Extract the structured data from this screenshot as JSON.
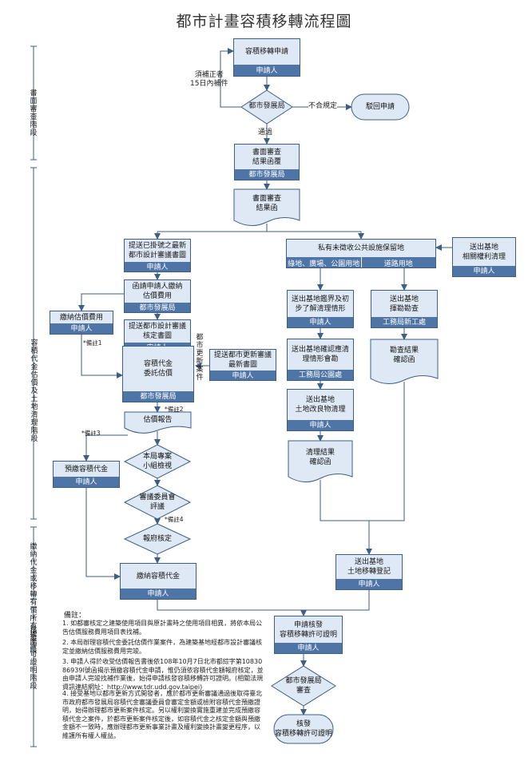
{
  "title": "都市計畫容積移轉流程圖",
  "phases": {
    "p1": "書面審查階段",
    "p2": "容積代金估價及土地清理階段",
    "p3": "繳納代金或移轉有償所有權階段",
    "p4": "核發許可證明階段"
  },
  "nodes": {
    "apply": {
      "top": "容積移轉申請",
      "bottom": "申請人"
    },
    "bureau_decision": "都市發展局",
    "reject": "駁回申請",
    "review": {
      "top": "書面審查\n結果函覆",
      "bottom": "都市發展局"
    },
    "review_doc": "書面審查\n結果函",
    "submit_design": {
      "top": "提送已掛號之最新\n都市設計審議書圖",
      "bottom": "申請人"
    },
    "public_land": {
      "top": "私有未徵收公共設施保留地",
      "left": "綠地、廣場、公園用地",
      "right": "道路用地"
    },
    "rights_clear": {
      "top": "送出基地\n相關權利清理",
      "bottom": "申請人"
    },
    "letter_fee": {
      "top": "函請申請人繳納\n估價費用",
      "bottom": "都市發展局"
    },
    "pay_fee": {
      "top": "繳納估價費用",
      "bottom": "申請人"
    },
    "design_approval": {
      "top": "提送都市設計審議\n核定書圖",
      "bottom": "申請人"
    },
    "renewal_design": {
      "top": "提送都市更新審議\n最新書圖",
      "bottom": "申請人"
    },
    "commission": {
      "top": "容積代金\n委託估價",
      "bottom": "都市發展局"
    },
    "appraisal_doc": "估價報告",
    "panel": "本局專案\n小組檢視",
    "prepay": {
      "top": "預繳容積代金",
      "bottom": "申請人"
    },
    "committee": "審議委員會\n評議",
    "gov_approve": "報府核定",
    "pay_bonus": {
      "top": "繳納容積代金",
      "bottom": "申請人"
    },
    "boundary": {
      "top": "送出基地鑑界及初\n步了解清理情形",
      "bottom": "申請人"
    },
    "road_survey": {
      "top": "送出基地\n揮勘勘查",
      "bottom": "工務局新工處"
    },
    "confirm_clear": {
      "top": "送出基地確認應清\n理情形會勘",
      "bottom": "工務局公園處"
    },
    "improve_clear": {
      "top": "送出基地\n土地改良物清理",
      "bottom": "申請人"
    },
    "clear_result": "清理結果\n確認函",
    "survey_result": "勘查結果\n確認函",
    "donate": {
      "top": "送出基地\n土地移轉登記",
      "bottom": "申請人"
    },
    "apply_permit": {
      "top": "申請核發\n容積移轉許可證明",
      "bottom": "申請人"
    },
    "bureau_review": "都市發展局\n審查",
    "issue": "核發\n容積移轉許可證明"
  },
  "labels": {
    "supplement": "須補正者\n15日內補件",
    "noncompliant": "不合規定",
    "pass": "通過",
    "renewal_case": "都市更新案件",
    "n1": "*備註1",
    "n2": "*備註2",
    "n3": "*備註3",
    "n4": "*備註4"
  },
  "notes": {
    "title": "備註：",
    "items": [
      "1. 如都審核定之建築使用項目與原計畫時之使用項目相異，將依本局公告估價服務費用項目表找補。",
      "2. 本局辦理容積代金委託估價作業案件，為建築基地經都市設計審議核定並繳納估價服務費用完竣。",
      "3. 申請人得於收受估價報告書後依108年10月7日北市都綜字第1083086939l號函揭示預繳容積代金申請，惟仍須依容積代金額報府核定，並由申請人完竣找補作業後，始得申請核發容積移轉許可證明。(相關法規資訊連結網址：http://www.tdr.udd.gov.taipei)",
      "4. 接受基地以都市更新方式開發者，應於都市更新審議通過後取得臺北市政府都市發展局容積代金審議委員會審定金額或檢附容積代金預繳證明，始得辦理都市更新案件核定。另以權利變換實施重建並完成預繳容積代金之案件，於都市更新案件核定後，如容積代金之核定金額與預繳金額不一致時，應辦理都市更新事業計畫及權利變換計畫變更程序，以維護所有權人權益。"
    ]
  }
}
